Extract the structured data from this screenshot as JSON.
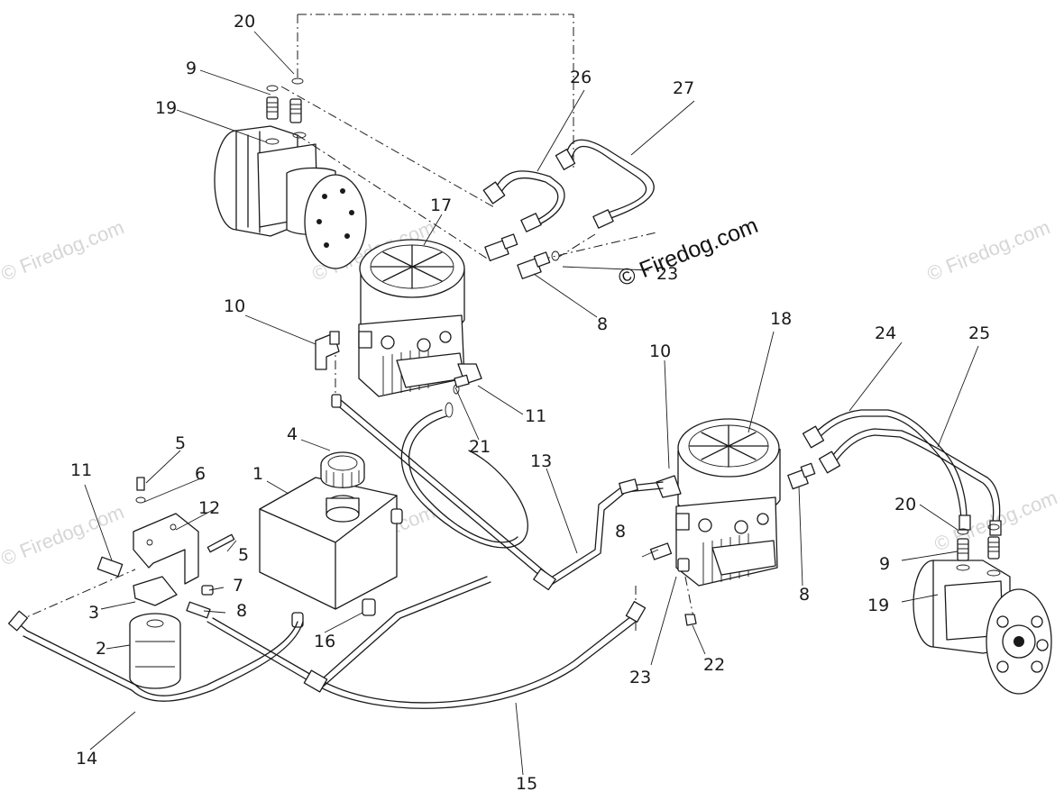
{
  "watermark": {
    "brand": "© Firedog.com",
    "faint": "© Firedog.com"
  },
  "labels": {
    "p1": "1",
    "p2": "2",
    "p3": "3",
    "p4": "4",
    "p5a": "5",
    "p5b": "5",
    "p6": "6",
    "p7": "7",
    "p8a": "8",
    "p8b": "8",
    "p8c": "8",
    "p8d": "8",
    "p9a": "9",
    "p9b": "9",
    "p10a": "10",
    "p10b": "10",
    "p11a": "11",
    "p11b": "11",
    "p12": "12",
    "p13": "13",
    "p14": "14",
    "p16": "16",
    "p17": "17",
    "p18": "18",
    "p19a": "19",
    "p19b": "19",
    "p20a": "20",
    "p20b": "20",
    "p21": "21",
    "p22": "22",
    "p23a": "23",
    "p23b": "23",
    "p24": "24",
    "p25": "25",
    "p26": "26",
    "p27": "27",
    "p15": "15"
  }
}
